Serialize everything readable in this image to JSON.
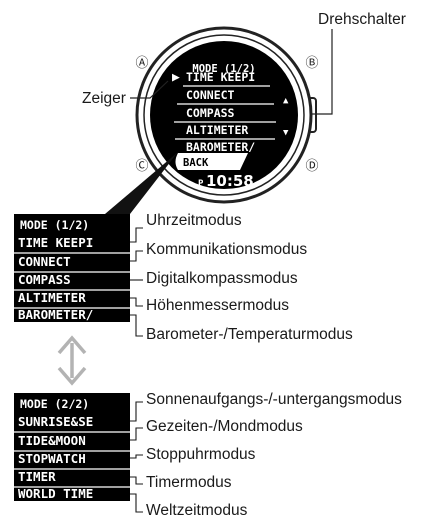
{
  "callouts": {
    "crown": "Drehschalter",
    "pointer": "Zeiger"
  },
  "buttons": {
    "a": "Ⓐ",
    "b": "Ⓑ",
    "c": "Ⓒ",
    "d": "Ⓓ"
  },
  "watch_screen": {
    "header": "MODE (1/2)",
    "items": [
      "TIME KEEPI",
      "CONNECT",
      "COMPASS",
      "ALTIMETER",
      "BAROMETER/"
    ],
    "back": "BACK",
    "time_prefix": "P",
    "time": "10:58"
  },
  "menu1": {
    "header": "MODE (1/2)",
    "items": [
      {
        "screen": "TIME KEEPI",
        "label": "Uhrzeitmodus"
      },
      {
        "screen": "CONNECT",
        "label": "Kommunikationsmodus"
      },
      {
        "screen": "COMPASS",
        "label": "Digitalkompassmodus"
      },
      {
        "screen": "ALTIMETER",
        "label": "Höhenmessermodus"
      },
      {
        "screen": "BAROMETER/",
        "label": "Barometer-/Temperaturmodus"
      }
    ]
  },
  "menu2": {
    "header": "MODE (2/2)",
    "items": [
      {
        "screen": "SUNRISE&SE",
        "label": "Sonnenaufgangs-/-untergangsmodus"
      },
      {
        "screen": "TIDE&MOON",
        "label": "Gezeiten-/Mondmodus"
      },
      {
        "screen": "STOPWATCH",
        "label": "Stoppuhrmodus"
      },
      {
        "screen": "TIMER",
        "label": "Timermodus"
      },
      {
        "screen": "WORLD TIME",
        "label": "Weltzeitmodus"
      }
    ]
  },
  "colors": {
    "lcd_bg": "#000000",
    "lcd_text": "#ffffff",
    "line": "#1a1a1a",
    "arrow": "#b3b3b3"
  }
}
